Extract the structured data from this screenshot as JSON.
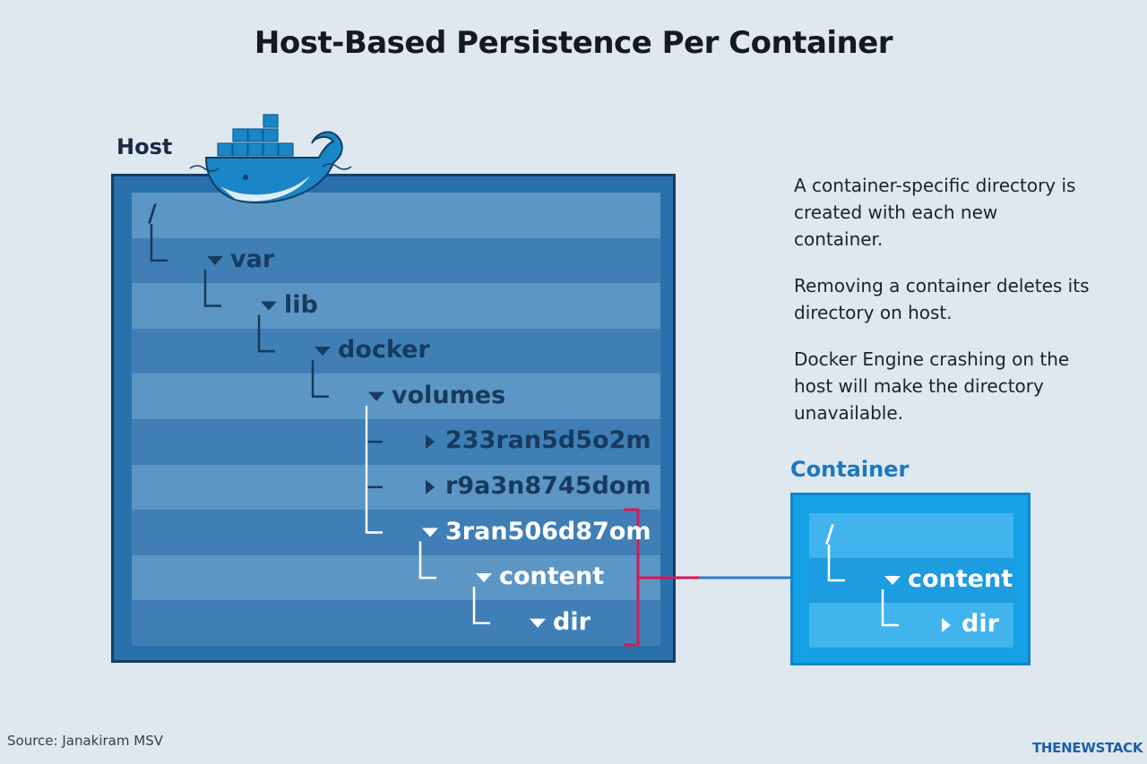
{
  "title": "Host-Based Persistence Per Container",
  "host": {
    "label": "Host",
    "tree": [
      {
        "label": "/",
        "level": 0,
        "arrow": "none",
        "highlight": false
      },
      {
        "label": "var",
        "level": 1,
        "arrow": "down",
        "highlight": false
      },
      {
        "label": "lib",
        "level": 2,
        "arrow": "down",
        "highlight": false
      },
      {
        "label": "docker",
        "level": 3,
        "arrow": "down",
        "highlight": false
      },
      {
        "label": "volumes",
        "level": 4,
        "arrow": "down",
        "highlight": false
      },
      {
        "label": "233ran5d5o2m",
        "level": 5,
        "arrow": "right",
        "highlight": false
      },
      {
        "label": "r9a3n8745dom",
        "level": 5,
        "arrow": "right",
        "highlight": false
      },
      {
        "label": "3ran506d87om",
        "level": 5,
        "arrow": "down",
        "highlight": true
      },
      {
        "label": "content",
        "level": 6,
        "arrow": "down",
        "highlight": true
      },
      {
        "label": "dir",
        "level": 7,
        "arrow": "down",
        "highlight": true
      }
    ]
  },
  "container": {
    "label": "Container",
    "tree": [
      {
        "label": "/",
        "level": 0,
        "arrow": "none"
      },
      {
        "label": "content",
        "level": 1,
        "arrow": "down"
      },
      {
        "label": "dir",
        "level": 2,
        "arrow": "right"
      }
    ]
  },
  "notes": [
    "A container-specific directory is created with each new container.",
    "Removing a container deletes its directory on host.",
    "Docker Engine crashing on the host will make the directory unavailable."
  ],
  "source": "Source: Janakiram MSV",
  "brand": "THENEWSTACK",
  "icons": {
    "logo": "docker-whale-icon"
  },
  "colors": {
    "background": "#dfe7ef",
    "host_box": "#2871ad",
    "container_box": "#16a0e6",
    "bracket": "#d8175b",
    "connector": "#2f7fc4"
  }
}
